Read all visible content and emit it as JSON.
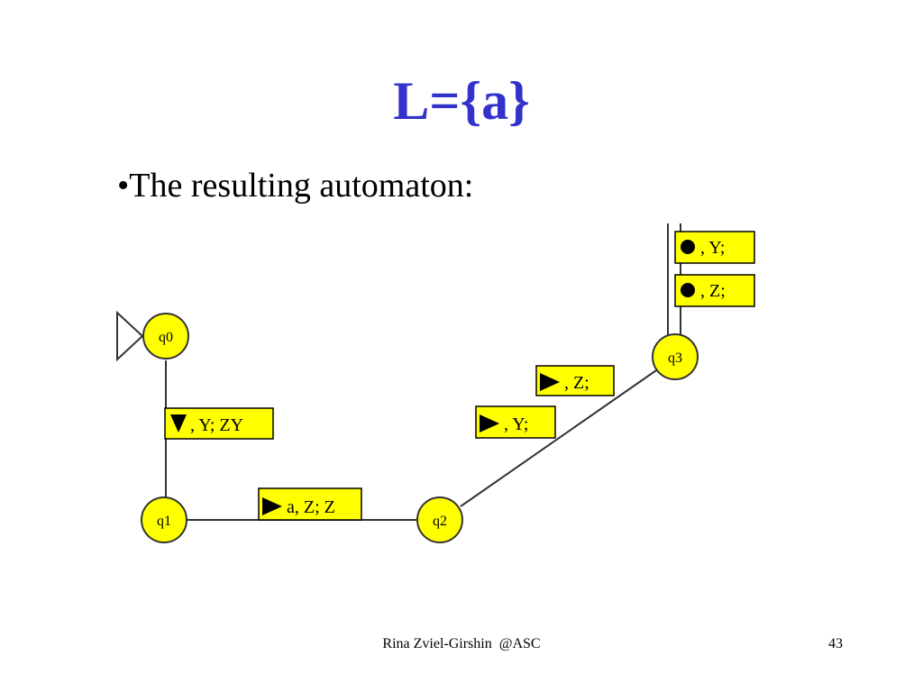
{
  "slide": {
    "title": "L={a}",
    "bullet": "•The resulting automaton:",
    "footer": {
      "author": "Rina Zviel-Girshin  @ASC",
      "page": "43"
    }
  },
  "colors": {
    "title": "#3333cc",
    "state_fill": "#ffff00",
    "label_fill": "#ffff00",
    "edge": "#333333",
    "label_border": "#000000"
  },
  "automaton": {
    "states": [
      {
        "id": "q0",
        "label": "q0",
        "initial": true
      },
      {
        "id": "q1",
        "label": "q1"
      },
      {
        "id": "q2",
        "label": "q2"
      },
      {
        "id": "q3",
        "label": "q3"
      }
    ],
    "transitions": [
      {
        "id": "t-q0-q1",
        "from": "q0",
        "to": "q1",
        "symbol_icon": "down-triangle-icon",
        "text": ", Y; ZY"
      },
      {
        "id": "t-q1-q2",
        "from": "q1",
        "to": "q2",
        "symbol_icon": "right-triangle-icon",
        "text": "a, Z; Z"
      },
      {
        "id": "t-q2-q3-z",
        "from": "q2",
        "to": "q3",
        "symbol_icon": "right-triangle-icon",
        "text": ", Z;"
      },
      {
        "id": "t-q2-q3-y",
        "from": "q2",
        "to": "q3",
        "symbol_icon": "right-triangle-icon",
        "text": ", Y;"
      },
      {
        "id": "t-q3-loop-y",
        "from": "q3",
        "to": "q3",
        "symbol_icon": "dot-icon",
        "text": ", Y;"
      },
      {
        "id": "t-q3-loop-z",
        "from": "q3",
        "to": "q3",
        "symbol_icon": "dot-icon",
        "text": ", Z;"
      }
    ]
  }
}
